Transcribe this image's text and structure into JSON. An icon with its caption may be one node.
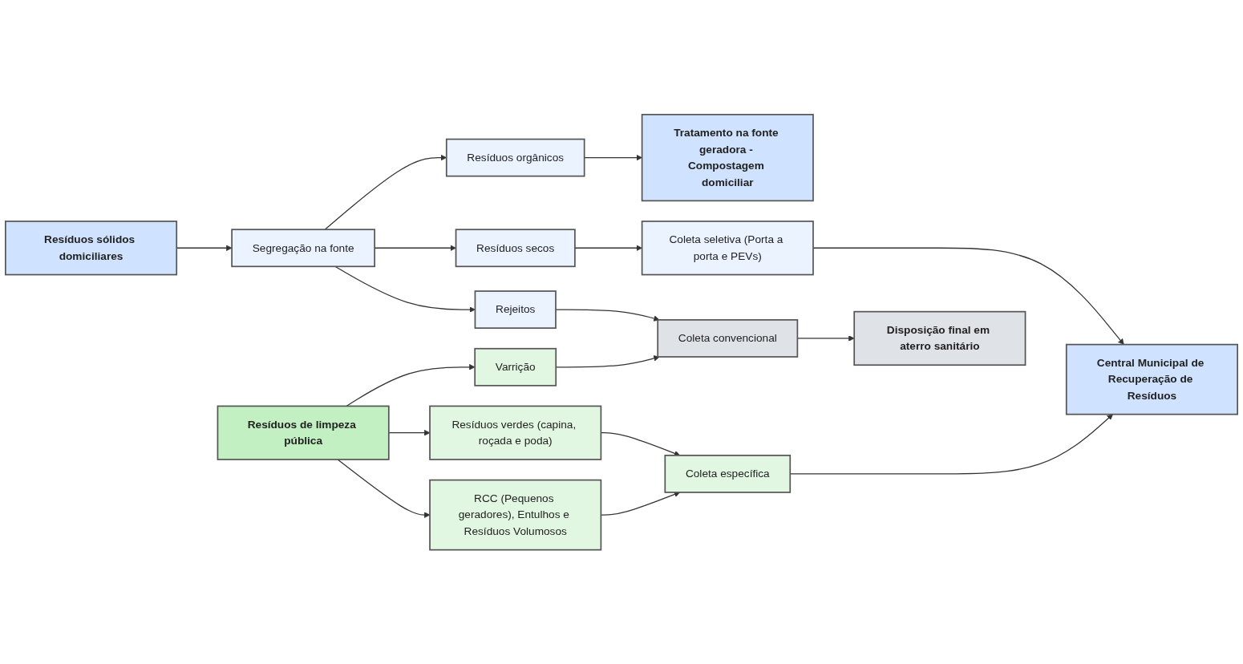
{
  "diagram": {
    "nodes": [
      {
        "text": [
          "Resíduos sólidos domiciliares"
        ]
      },
      {
        "text": [
          "Segregação na fonte"
        ]
      },
      {
        "text": [
          "Resíduos orgânicos"
        ]
      },
      {
        "text": [
          "Tratamento na fonte geradora - Compostagem domiciliar"
        ]
      },
      {
        "text": [
          "Resíduos secos"
        ]
      },
      {
        "text": [
          "Coleta seletiva (Porta a porta e PEVs)"
        ]
      },
      {
        "text": [
          "Central Municipal de Recuperação de Resíduos"
        ]
      },
      {
        "text": [
          "Rejeitos"
        ]
      },
      {
        "text": [
          "Coleta convencional"
        ]
      },
      {
        "text": [
          "Disposição final em aterro sanitário"
        ]
      },
      {
        "text": [
          "Varrição"
        ]
      },
      {
        "text": [
          "Resíduos de limpeza pública"
        ]
      },
      {
        "text": [
          "Resíduos verdes (capina, roçada e poda)"
        ]
      },
      {
        "text": [
          "RCC (Pequenos geradores), Entulhos e Resíduos Volumosos"
        ]
      },
      {
        "text": [
          "Coleta específica"
        ]
      }
    ],
    "edges": [
      {
        "from": 0,
        "to": 1,
        "arrow": "to"
      },
      {
        "from": 1,
        "to": 2,
        "arrow": "to"
      },
      {
        "from": 1,
        "to": 4,
        "arrow": "to"
      },
      {
        "from": 1,
        "to": 7,
        "arrow": "to"
      },
      {
        "from": 2,
        "to": 3,
        "arrow": "to"
      },
      {
        "from": 4,
        "to": 5,
        "arrow": "to"
      },
      {
        "from": 5,
        "to": 6,
        "arrow": "to"
      },
      {
        "from": 7,
        "to": 8,
        "arrow": "to"
      },
      {
        "from": 10,
        "to": 8,
        "arrow": "to"
      },
      {
        "from": 8,
        "to": 9,
        "arrow": "to"
      },
      {
        "from": 11,
        "to": 10,
        "arrow": "to"
      },
      {
        "from": 11,
        "to": 12,
        "arrow": "to"
      },
      {
        "from": 11,
        "to": 13,
        "arrow": "to"
      },
      {
        "from": 12,
        "to": 14,
        "arrow": "to"
      },
      {
        "from": 13,
        "to": 14,
        "arrow": "to"
      },
      {
        "from": 14,
        "to": 6,
        "arrow": "to"
      }
    ]
  }
}
